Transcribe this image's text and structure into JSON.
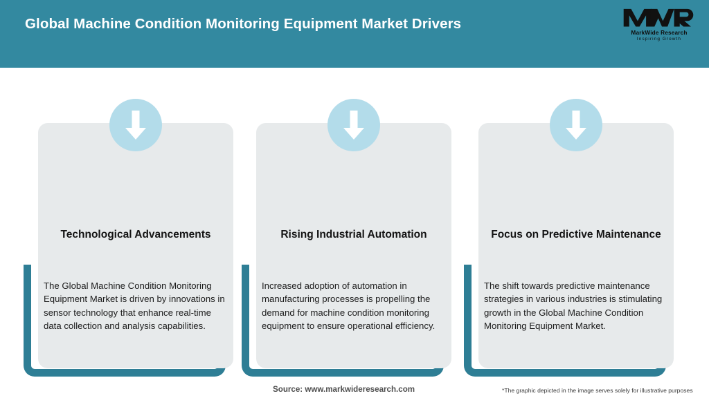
{
  "header": {
    "title": "Global Machine Condition Monitoring Equipment Market Drivers",
    "band_color": "#3389a0",
    "title_color": "#ffffff"
  },
  "logo": {
    "mark": "MWR",
    "name": "MarkWide Research",
    "tagline": "Inspiring Growth"
  },
  "cards": [
    {
      "icon": "down-arrow-icon",
      "title": "Technological Advancements",
      "body": "The Global Machine Condition Monitoring Equipment Market is driven by innovations in sensor technology that enhance real-time data collection and analysis capabilities."
    },
    {
      "icon": "down-arrow-icon",
      "title": "Rising Industrial Automation",
      "body": "Increased adoption of automation in manufacturing processes is propelling the demand for machine condition monitoring equipment to ensure operational efficiency."
    },
    {
      "icon": "down-arrow-icon",
      "title": "Focus on Predictive Maintenance",
      "body": "The shift towards predictive maintenance strategies in various industries is stimulating growth in the Global Machine Condition Monitoring Equipment Market."
    }
  ],
  "footer": {
    "source": "Source: www.markwideresearch.com",
    "note": "*The graphic depicted in the image serves solely for illustrative purposes"
  },
  "colors": {
    "header_teal": "#3389a0",
    "frame_teal": "#2e7e95",
    "card_gray": "#e7eaeb",
    "icon_circle_blue": "#b3dcea",
    "arrow_white": "#ffffff"
  }
}
